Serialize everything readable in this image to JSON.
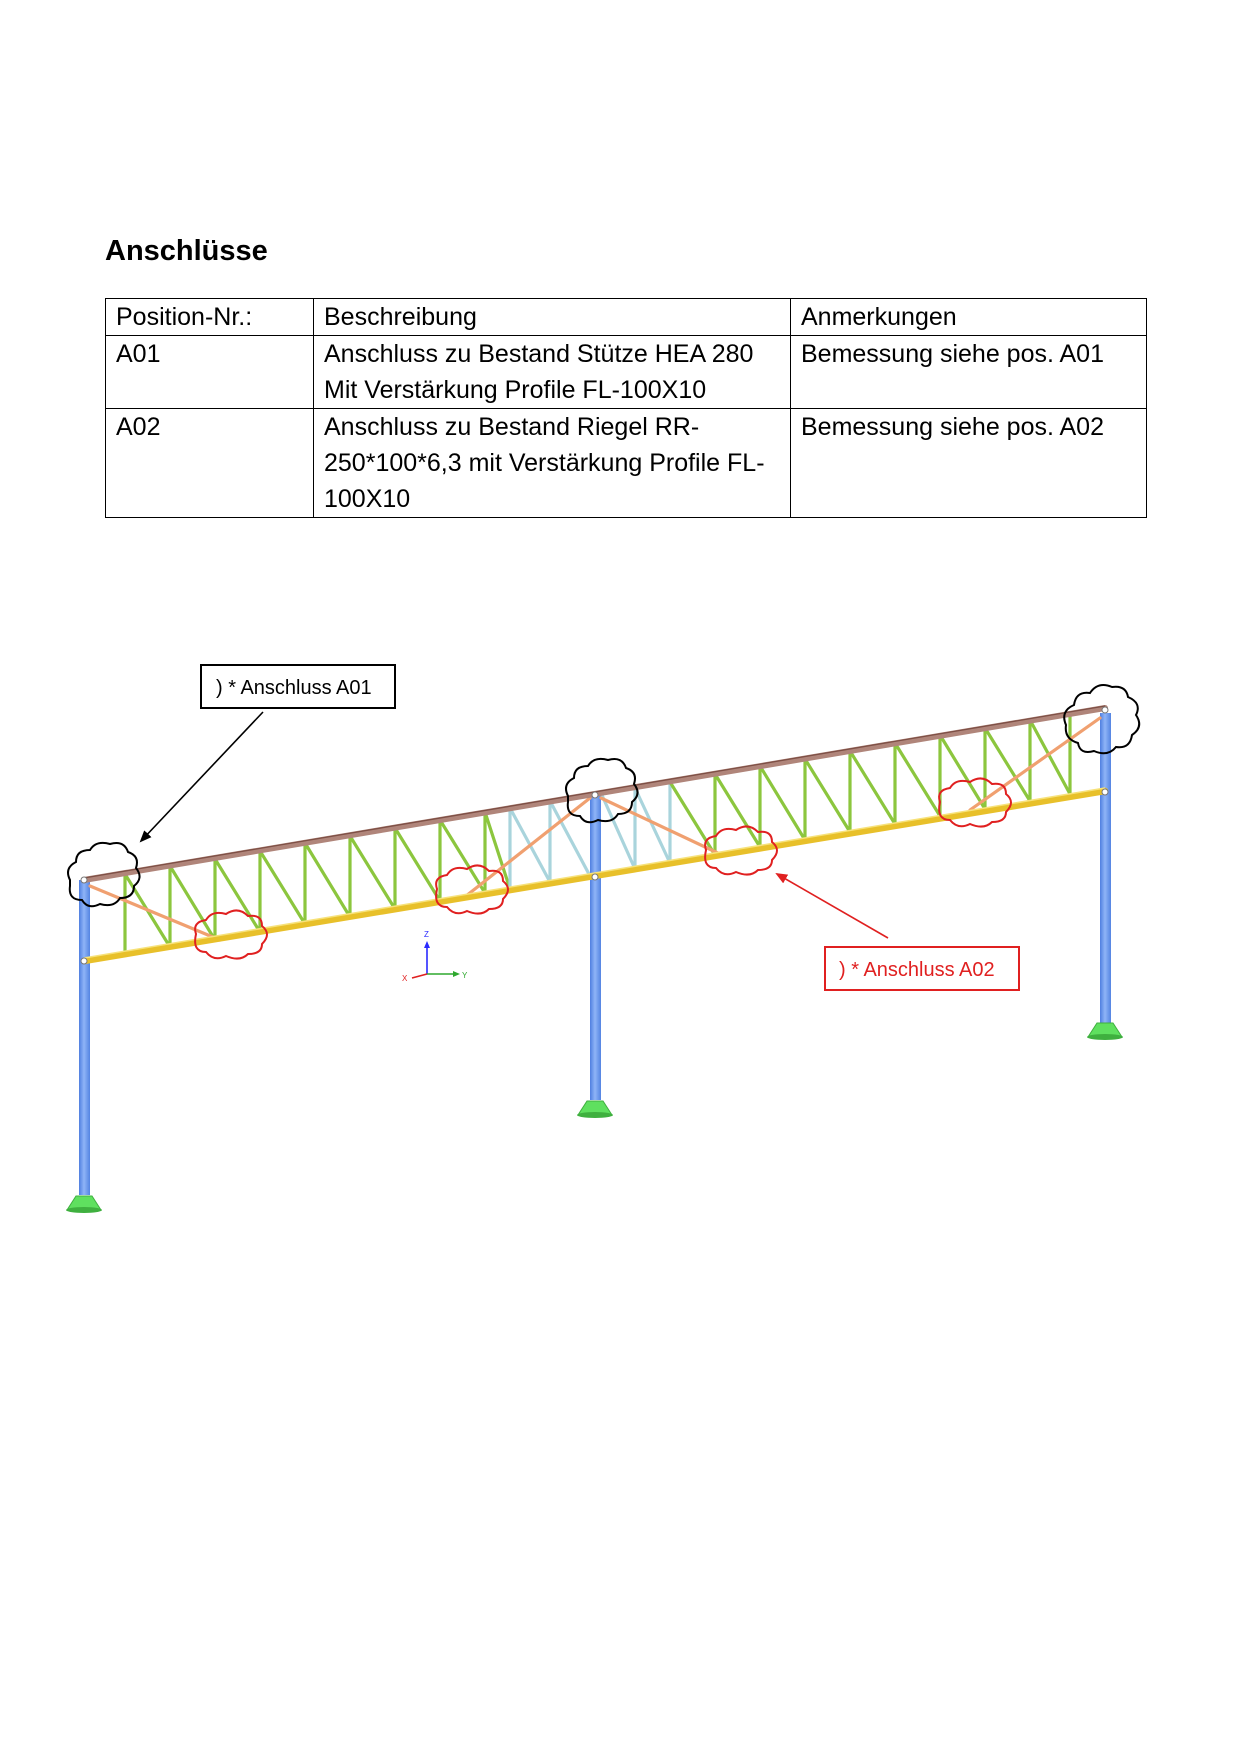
{
  "page": {
    "title": "Anschlüsse"
  },
  "table": {
    "headers": [
      "Position-Nr.:",
      "Beschreibung",
      "Anmerkungen"
    ],
    "rows": [
      {
        "position": "A01",
        "description": "Anschluss zu Bestand Stütze HEA 280 Mit Verstärkung Profile FL-100X10",
        "remark": "Bemessung siehe pos. A01"
      },
      {
        "position": "A02",
        "description": "Anschluss zu Bestand Riegel RR-250*100*6,3 mit Verstärkung Profile FL-100X10",
        "remark": "Bemessung siehe pos. A02"
      }
    ]
  },
  "drawing": {
    "callout_a01": ") * Anschluss A01",
    "callout_a02": ") * Anschluss A02",
    "axis_labels": {
      "z": "Z",
      "x": "X",
      "y": "Y"
    },
    "colors": {
      "column": "#6f9cf0",
      "support": "#5fe05f",
      "top_chord": "#a87a6e",
      "bottom_chord": "#e8c02a",
      "web_member": "#8cc63e",
      "web_member_light": "#a9d4dc",
      "diagonal_brace": "#f0a070",
      "callout_a02_color": "#e02020"
    }
  }
}
